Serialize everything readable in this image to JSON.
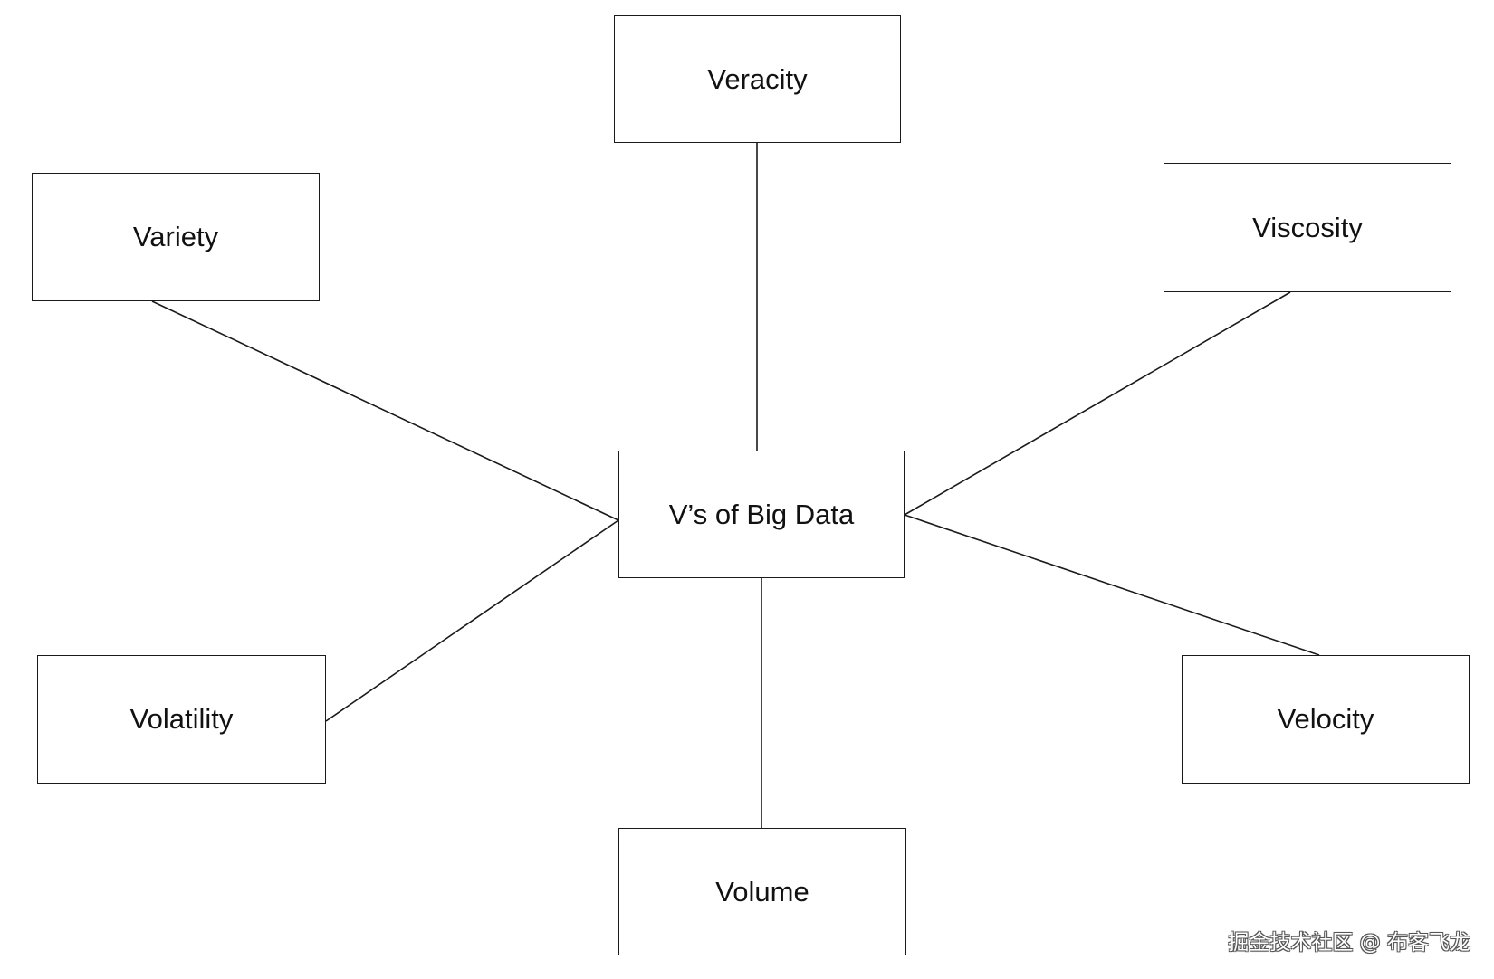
{
  "diagram": {
    "center": {
      "id": "center",
      "label": "V’s of Big Data"
    },
    "nodes": [
      {
        "id": "veracity",
        "label": "Veracity"
      },
      {
        "id": "variety",
        "label": "Variety"
      },
      {
        "id": "viscosity",
        "label": "Viscosity"
      },
      {
        "id": "volatility",
        "label": "Volatility"
      },
      {
        "id": "velocity",
        "label": "Velocity"
      },
      {
        "id": "volume",
        "label": "Volume"
      }
    ],
    "edges": [
      [
        "center",
        "veracity"
      ],
      [
        "center",
        "variety"
      ],
      [
        "center",
        "viscosity"
      ],
      [
        "center",
        "volatility"
      ],
      [
        "center",
        "velocity"
      ],
      [
        "center",
        "volume"
      ]
    ]
  },
  "watermark": "掘金技术社区 @ 布客飞龙"
}
